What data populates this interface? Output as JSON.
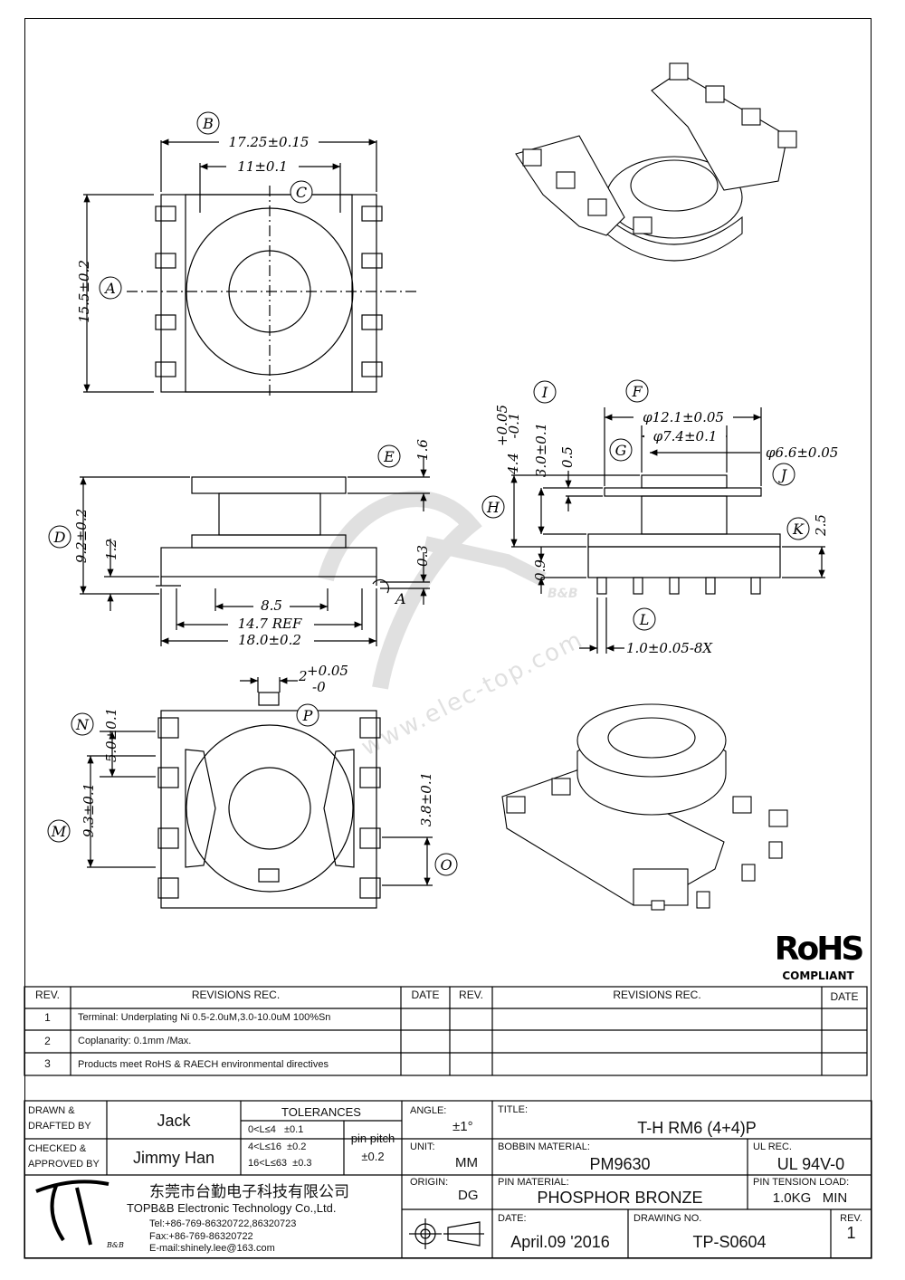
{
  "dims": {
    "B": "17.25±0.15",
    "C_inner": "11±0.1",
    "A": "15.5±0.2",
    "E": "1.6",
    "D": "9.2±0.2",
    "D_small": "1.2",
    "h_03": "0.3",
    "d85": "8.5",
    "d147": "14.7 REF",
    "d180": "18.0±0.2",
    "F": "φ12.1±0.05",
    "G": "φ7.4±0.1",
    "J": "φ6.6±0.05",
    "I": "4.4",
    "I_tol_up": "+0.05",
    "I_tol_dn": "-0.1",
    "H": "3.0±0.1",
    "h05": "0.5",
    "K": "2.5",
    "h09": "0.9",
    "L": "1.0±0.05-8X",
    "P": "2",
    "P_tol_up": "+0.05",
    "P_tol_dn": "-0",
    "N": "5.0±0.1",
    "M": "9.3±0.1",
    "O": "3.8±0.1"
  },
  "callouts": [
    "A",
    "B",
    "C",
    "D",
    "E",
    "F",
    "G",
    "H",
    "I",
    "J",
    "K",
    "L",
    "M",
    "N",
    "O",
    "P"
  ],
  "view_arrow": "A",
  "watermark": "www.elec-top.com",
  "watermark_brand": "B&B",
  "rohs": {
    "mark": "RoHS",
    "sub": "COMPLIANT"
  },
  "revisions": {
    "headers": [
      "REV.",
      "REVISIONS REC.",
      "DATE",
      "REV.",
      "REVISIONS REC.",
      "DATE"
    ],
    "rows": [
      {
        "rev": "1",
        "text": "Terminal: Underplating Ni 0.5-2.0uM,3.0-10.0uM 100%Sn"
      },
      {
        "rev": "2",
        "text": "Coplanarity: 0.1mm /Max."
      },
      {
        "rev": "3",
        "text": "Products meet RoHS & RAECH environmental directives"
      }
    ]
  },
  "title_block": {
    "drawn_label": "DRAWN & DRAFTED BY",
    "drawn_by": "Jack",
    "checked_label": "CHECKED & APPROVED BY",
    "checked_by": "Jimmy Han",
    "tol_label": "TOLERANCES",
    "tol_rows": [
      "0<L≤4   ±0.1",
      "4<L≤16  ±0.2",
      "16<L≤63  ±0.3"
    ],
    "pin_pitch_label": "pin pitch",
    "pin_pitch": "±0.2",
    "angle_label": "ANGLE:",
    "angle": "±1°",
    "unit_label": "UNIT:",
    "unit": "MM",
    "origin_label": "ORIGIN:",
    "origin": "DG",
    "title_label": "TITLE:",
    "title": "T-H RM6 (4+4)P",
    "bobbin_label": "BOBBIN MATERIAL:",
    "bobbin": "PM9630",
    "ul_label": "UL REC.",
    "ul": "UL 94V-0",
    "pin_mat_label": "PIN MATERIAL:",
    "pin_mat": "PHOSPHOR BRONZE",
    "tension_label": "PIN TENSION LOAD:",
    "tension": "1.0KG   MIN",
    "date_label": "DATE:",
    "date": "April.09 '2016",
    "drawing_label": "DRAWING NO.",
    "drawing": "TP-S0604",
    "rev_label": "REV.",
    "rev": "1",
    "company_cn": "东莞市台勤电子科技有限公司",
    "company_en": "TOPB&B Electronic Technology Co.,Ltd.",
    "tel": "Tel:+86-769-86320722,86320723",
    "fax": "Fax:+86-769-86320722",
    "email": "E-mail:shinely.lee@163.com",
    "logo_sub": "B&B"
  }
}
